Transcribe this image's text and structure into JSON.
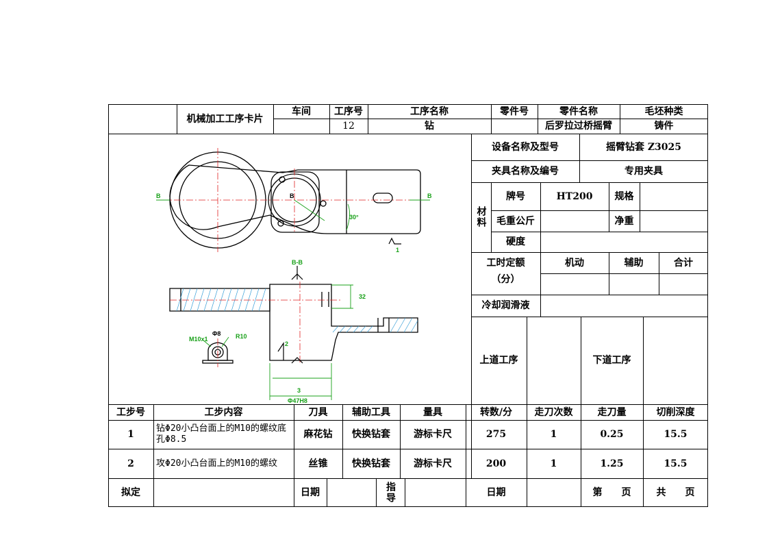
{
  "header": {
    "card_title": "机械加工工序卡片",
    "workshop_label": "车间",
    "workshop_value": "",
    "process_no_label": "工序号",
    "process_no_value": "12",
    "process_name_label": "工序名称",
    "process_name_value": "钻",
    "part_no_label": "零件号",
    "part_no_value": "",
    "part_name_label": "零件名称",
    "part_name_value": "后罗拉过桥摇臂",
    "blank_type_label": "毛坯种类",
    "blank_type_value": "铸件"
  },
  "equipment": {
    "equipment_label": "设备名称及型号",
    "equipment_value": "摇臂钻套 Z3025",
    "fixture_label": "夹具名称及编号",
    "fixture_value": "专用夹具"
  },
  "material": {
    "section_label": "材料",
    "grade_label": "牌号",
    "grade_value": "HT200",
    "spec_label": "规格",
    "spec_value": "",
    "gross_weight_label": "毛重公斤",
    "gross_weight_value": "",
    "net_weight_label": "净重",
    "net_weight_value": "",
    "hardness_label": "硬度",
    "hardness_value": ""
  },
  "time_quota": {
    "label_line1": "工时定额",
    "label_line2": "（分）",
    "machine_label": "机动",
    "aux_label": "辅助",
    "total_label": "合计",
    "machine_value": "",
    "aux_value": "",
    "total_value": ""
  },
  "coolant": {
    "label": "冷却润滑液",
    "value": ""
  },
  "adjacent": {
    "prev_label": "上道工序",
    "prev_value": "",
    "next_label": "下道工序",
    "next_value": ""
  },
  "drawing": {
    "section_mark": "B-B",
    "label_b_left": "B",
    "label_b_right": "B",
    "label_b_center": "B",
    "angle": "30°",
    "datum_1": "1",
    "datum_2": "2",
    "datum_3": "3",
    "dim_thread": "M10x1",
    "dim_r": "R10",
    "dim_height": "32",
    "dim_dia": "Φ47H8",
    "dim_small": "Φ8"
  },
  "steps_header": {
    "step_no": "工步号",
    "content": "工步内容",
    "tool": "刀具",
    "aux_tool": "辅助工具",
    "gauge": "量具",
    "speed": "转数/分",
    "passes": "走刀次数",
    "feed": "走刀量",
    "depth": "切削深度"
  },
  "steps": [
    {
      "no": "1",
      "content": "钻Φ20小凸台面上的M10的螺纹底孔Φ8.5",
      "tool": "麻花钻",
      "aux_tool": "快换钻套",
      "gauge": "游标卡尺",
      "speed": "275",
      "passes": "1",
      "feed": "0.25",
      "depth": "15.5"
    },
    {
      "no": "2",
      "content": "攻Φ20小凸台面上的M10的螺纹",
      "tool": "丝锥",
      "aux_tool": "快换钻套",
      "gauge": "游标卡尺",
      "speed": "200",
      "passes": "1",
      "feed": "1.25",
      "depth": "15.5"
    }
  ],
  "footer": {
    "drafted_label": "拟定",
    "drafted_value": "",
    "date_label_1": "日期",
    "date_value_1": "",
    "guide_label": "指导",
    "guide_value": "",
    "date_label_2": "日期",
    "date_value_2": "",
    "page_label": "第　　页",
    "total_pages_label": "共　　页"
  }
}
